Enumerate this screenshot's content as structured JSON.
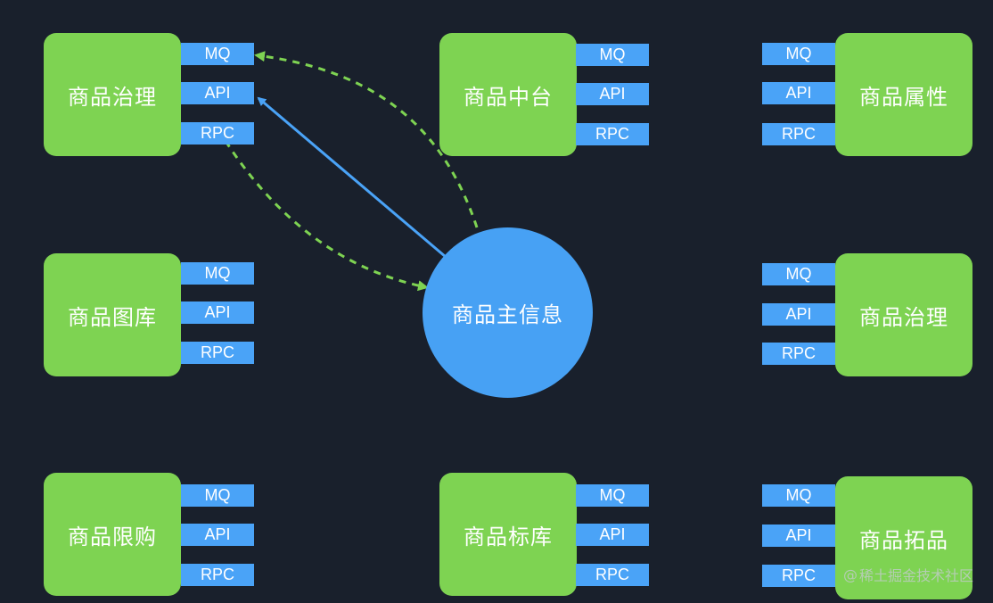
{
  "colors": {
    "background": "#19202c",
    "service_fill": "#7ed352",
    "tag_fill": "#4aa3f7",
    "hub_fill": "#47a1f4",
    "api_arrow": "#4aa3f7",
    "mq_rpc_arrow": "#7ed352"
  },
  "hub": {
    "label": "商品主信息"
  },
  "services": [
    {
      "label": "商品治理",
      "tags": [
        "MQ",
        "API",
        "RPC"
      ]
    },
    {
      "label": "商品中台",
      "tags": [
        "MQ",
        "API",
        "RPC"
      ]
    },
    {
      "label": "商品属性",
      "tags": [
        "MQ",
        "API",
        "RPC"
      ]
    },
    {
      "label": "商品图库",
      "tags": [
        "MQ",
        "API",
        "RPC"
      ]
    },
    {
      "label": "商品治理",
      "tags": [
        "MQ",
        "API",
        "RPC"
      ]
    },
    {
      "label": "商品限购",
      "tags": [
        "MQ",
        "API",
        "RPC"
      ]
    },
    {
      "label": "商品标库",
      "tags": [
        "MQ",
        "API",
        "RPC"
      ]
    },
    {
      "label": "商品拓品",
      "tags": [
        "MQ",
        "API",
        "RPC"
      ]
    }
  ],
  "watermark": {
    "text": "稀土掘金技术社区"
  }
}
